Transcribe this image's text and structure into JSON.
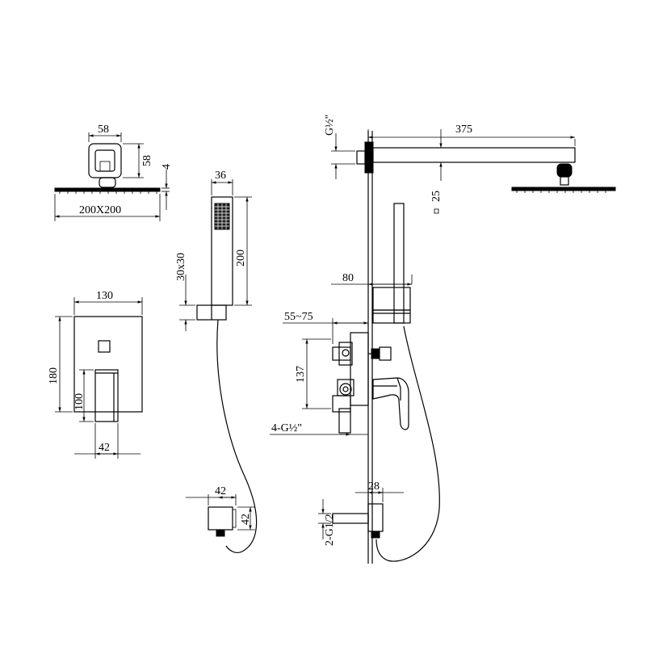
{
  "dimensions": {
    "head_width": "58",
    "head_height": "58",
    "head_thickness": "4",
    "head_plate": "200X200",
    "handset_width": "36",
    "handset_length": "200",
    "handset_section": "30x30",
    "valve_width": "130",
    "valve_height": "180",
    "handle_height": "100",
    "handle_width": "42",
    "elbow_width": "42",
    "elbow_height": "42",
    "inlet_thread": "G½\"",
    "arm_length": "375",
    "arm_drop": "25",
    "holder_offset": "80",
    "valve_depth": "55~75",
    "valve_spacing": "137",
    "valve_ports": "4-G½\"",
    "outlet_depth": "28",
    "outlet_ports": "2-G1/2"
  }
}
